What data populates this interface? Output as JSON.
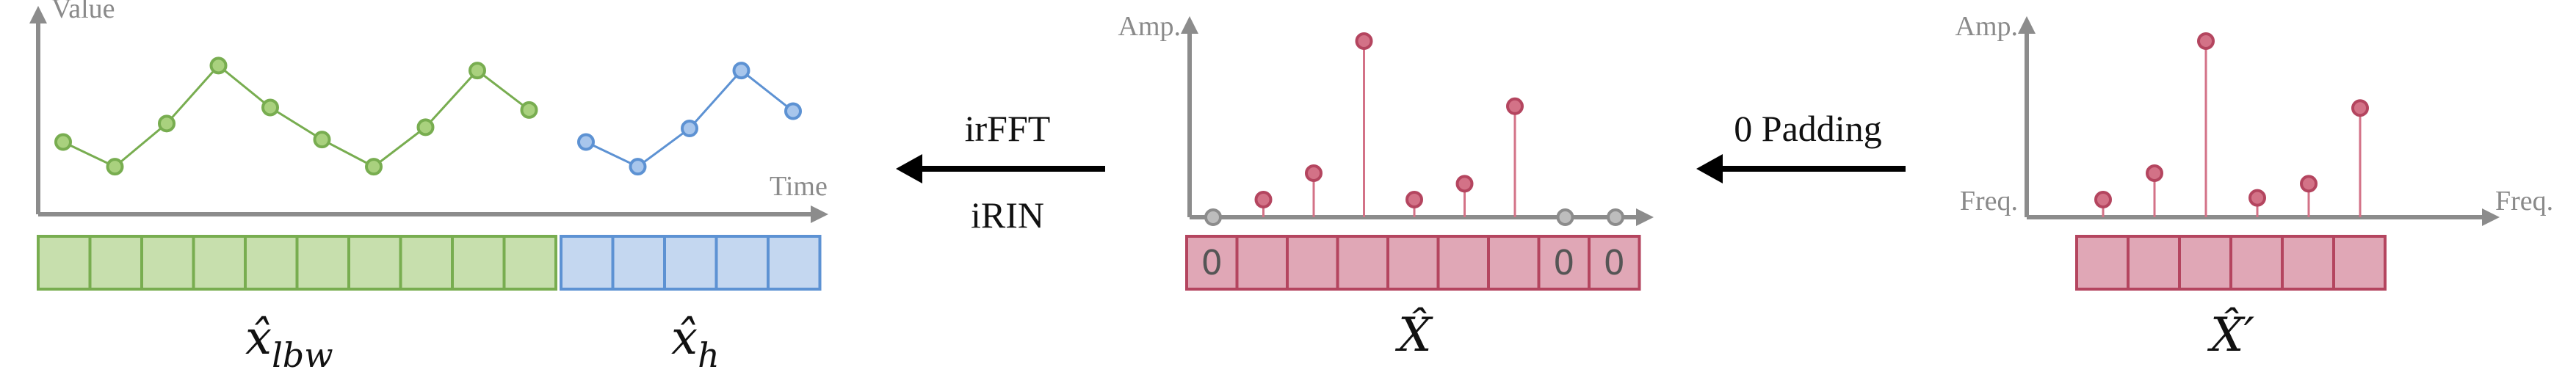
{
  "colors": {
    "axis": "#8c8c8c",
    "green_fill": "#c7dfad",
    "green_stroke": "#78ad50",
    "green_point": "#a9d17e",
    "blue_fill": "#c4d7f0",
    "blue_stroke": "#5d92d3",
    "blue_point": "#a8c6ec",
    "red_fill": "#e0a7b6",
    "red_stroke": "#b4455f",
    "red_point": "#d37287",
    "gray_point": "#bdbdbd",
    "arrow": "#000000"
  },
  "left_panel": {
    "y_axis_label": "Value",
    "x_axis_label": "Time",
    "lookback_series": [
      0.36,
      0.16,
      0.51,
      0.98,
      0.64,
      0.38,
      0.16,
      0.48,
      0.94,
      0.62
    ],
    "horizon_series": [
      0.36,
      0.16,
      0.47,
      0.94,
      0.61
    ],
    "lookback_cells": 10,
    "horizon_cells": 5,
    "lookback_symbol": "x̂",
    "lookback_subscript": "lbw",
    "horizon_symbol": "x̂",
    "horizon_subscript": "h"
  },
  "arrow_left": {
    "label_top": "irFFT",
    "label_bottom": "iRIN"
  },
  "middle_panel": {
    "y_axis_label": "Amp.",
    "stems": [
      0,
      0.1,
      0.25,
      1.0,
      0.1,
      0.19,
      0.63,
      0,
      0
    ],
    "cell_labels": [
      "0",
      "",
      "",
      "",
      "",
      "",
      "",
      "0",
      "0"
    ],
    "symbol": "X̂"
  },
  "arrow_right": {
    "label_top": "0 Padding"
  },
  "right_panel": {
    "y_axis_label": "Amp.",
    "x_axis_label_left": "Freq.",
    "x_axis_label_right": "Freq.",
    "stems": [
      0.1,
      0.25,
      1.0,
      0.11,
      0.19,
      0.62
    ],
    "cells": 6,
    "symbol": "X̂′"
  }
}
